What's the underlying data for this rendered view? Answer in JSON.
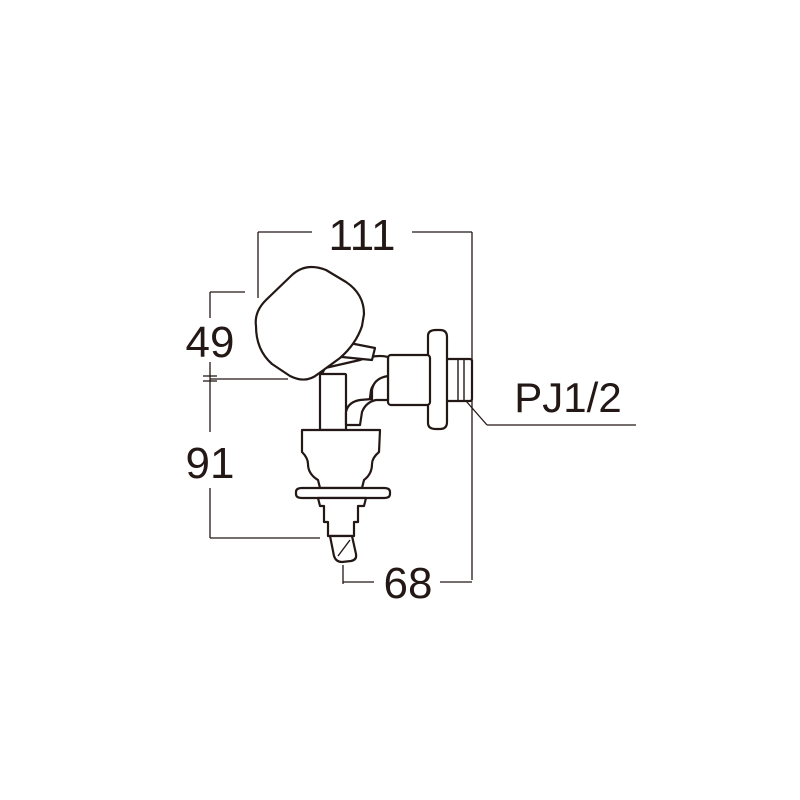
{
  "dimensions": {
    "overall_width": "111",
    "head_height": "49",
    "body_height": "91",
    "outlet_offset": "68"
  },
  "labels": {
    "thread_spec": "PJ1/2"
  },
  "colors": {
    "line": "#231815",
    "fill": "#ffffff"
  }
}
